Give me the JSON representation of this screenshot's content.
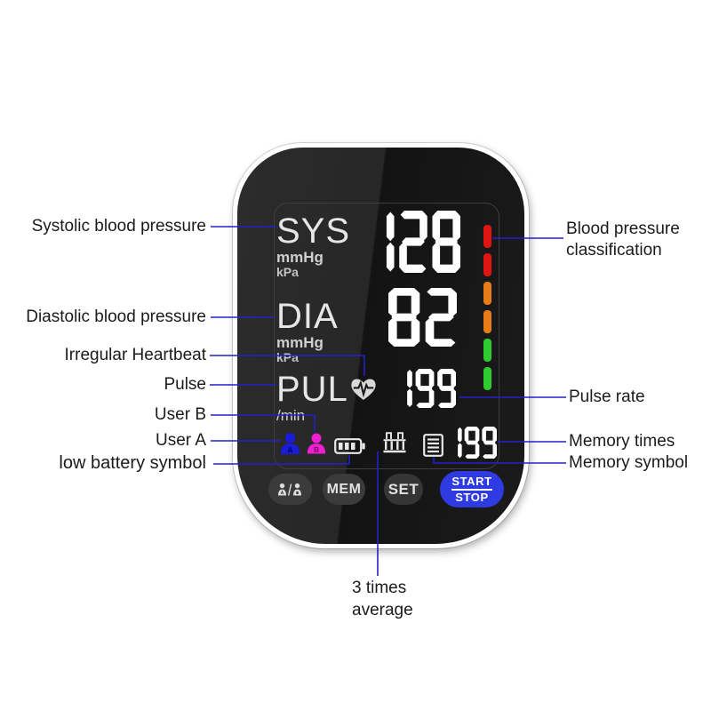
{
  "annotations": {
    "systolic": "Systolic blood pressure",
    "diastolic": "Diastolic blood pressure",
    "irregular": "Irregular Heartbeat",
    "pulse": "Pulse",
    "user_b": "User B",
    "user_a": "User A",
    "low_battery": "low battery symbol",
    "classification": "Blood pressure classification",
    "pulse_rate": "Pulse rate",
    "memory_times": "Memory times",
    "memory_symbol": "Memory symbol",
    "average": "3 times average"
  },
  "device": {
    "display": {
      "sys": {
        "label": "SYS",
        "unit_mmhg": "mmHg",
        "unit_kpa": "kPa",
        "value": "128"
      },
      "dia": {
        "label": "DIA",
        "unit_mmhg": "mmHg",
        "unit_kpa": "kPa",
        "value": "82"
      },
      "pul": {
        "label": "PUL",
        "unit": "/min",
        "value": "199"
      },
      "memory_value": "199",
      "classification_segments": [
        "#e11414",
        "#e11414",
        "#e67c15",
        "#e67c15",
        "#2ecc2e",
        "#2ecc2e"
      ]
    },
    "users": [
      {
        "letter": "A",
        "body_color": "#1b1bd8",
        "letter_color": "#000a66"
      },
      {
        "letter": "B",
        "body_color": "#ee1fd0",
        "letter_color": "#70005c"
      }
    ],
    "buttons": {
      "mem": "MEM",
      "set": "SET",
      "start": "START",
      "stop": "STOP"
    }
  },
  "colors": {
    "leader_line": "#2421c9",
    "start_button": "#2e3be2",
    "digit": "#ffffff"
  }
}
